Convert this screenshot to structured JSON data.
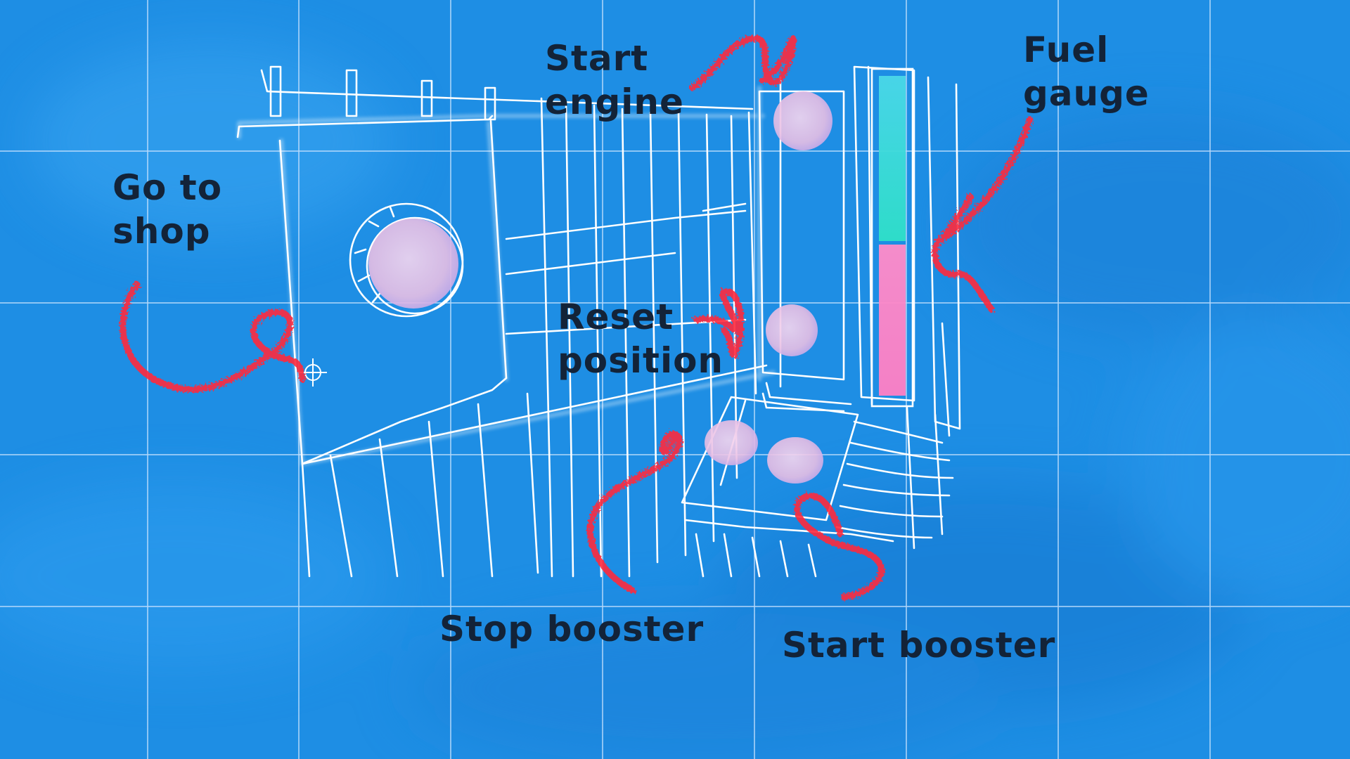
{
  "annotations": {
    "go_to_shop": [
      "Go to",
      "shop"
    ],
    "start_engine": [
      "Start",
      "engine"
    ],
    "fuel_gauge": [
      "Fuel",
      "gauge"
    ],
    "reset_position": [
      "Reset",
      "position"
    ],
    "stop_booster": "Stop booster",
    "start_booster": "Start booster"
  },
  "fuel_gauge": {
    "top_segment_color": "#2fe0d6",
    "bottom_segment_color": "#ff86c8",
    "fill_fraction": 0.95
  },
  "colors": {
    "background": "#1e8ee4",
    "grid_line": "#cfe6ff",
    "outline": "#ffffff",
    "arrow": "#ff2a3c",
    "button": "#f3c9ea",
    "label_text": "#132338"
  },
  "icons": [
    "crosshair-icon"
  ]
}
